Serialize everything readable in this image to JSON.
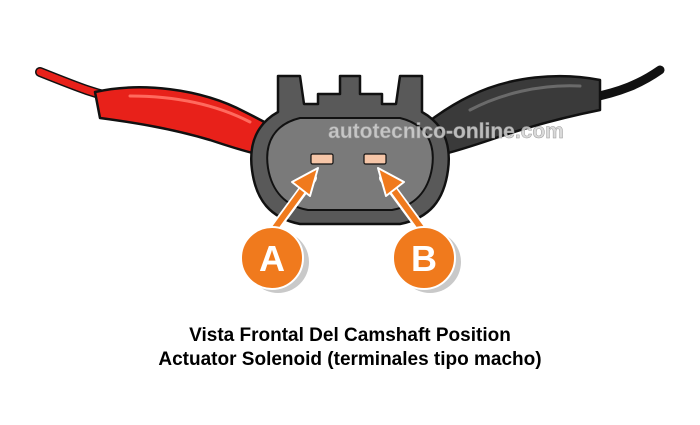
{
  "diagram": {
    "watermark": "autotecnico-online.com",
    "terminal_a_label": "A",
    "terminal_b_label": "B",
    "caption_line_1": "Vista Frontal Del Camshaft Position",
    "caption_line_2": "Actuator Solenoid (terminales tipo macho)"
  },
  "colors": {
    "red_lead": "#e8211a",
    "black_lead": "#3a3a3a",
    "connector_body": "#595959",
    "connector_face": "#7a7a7a",
    "terminal": "#f6c6a8",
    "arrow_orange": "#f07a1d"
  }
}
